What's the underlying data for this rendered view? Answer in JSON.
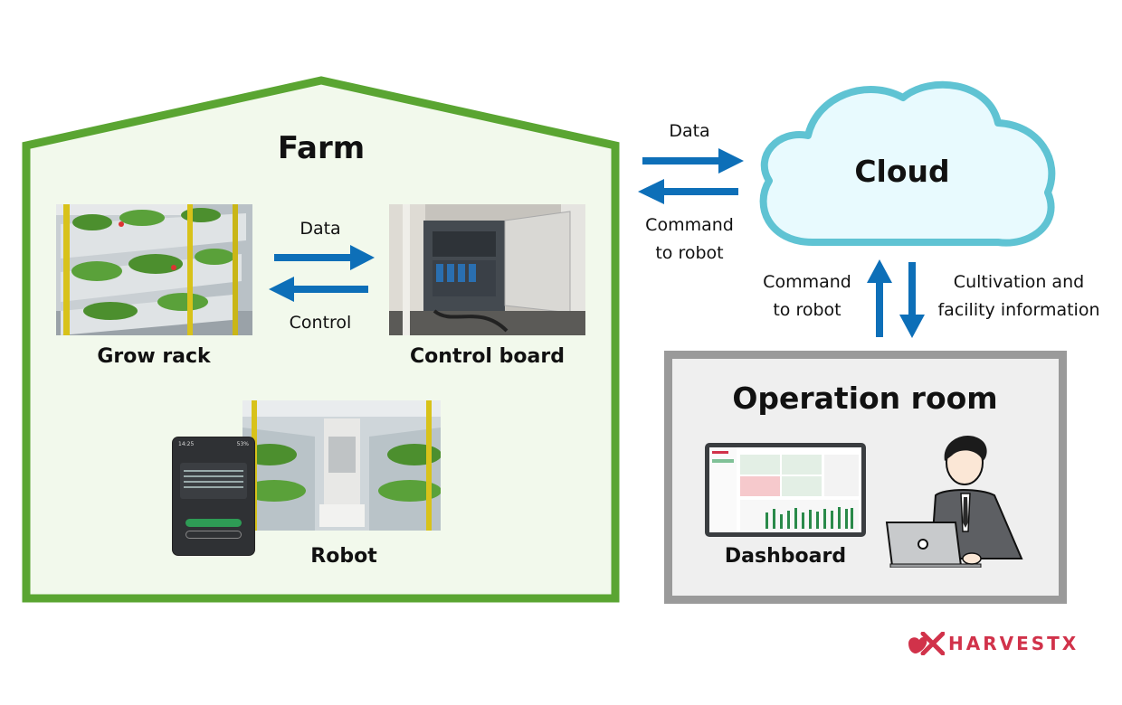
{
  "farm": {
    "title": "Farm",
    "grow_rack_label": "Grow rack",
    "control_board_label": "Control board",
    "robot_label": "Robot",
    "data_arrow_label": "Data",
    "control_arrow_label": "Control",
    "tablet_time": "14:25",
    "tablet_battery": "53%"
  },
  "links": {
    "farm_cloud_data": "Data",
    "farm_cloud_command_line1": "Command",
    "farm_cloud_command_line2": "to robot",
    "room_up_line1": "Command",
    "room_up_line2": "to robot",
    "room_down_line1": "Cultivation and",
    "room_down_line2": "facility information"
  },
  "cloud": {
    "title": "Cloud"
  },
  "operation_room": {
    "title": "Operation room",
    "dashboard_label": "Dashboard"
  },
  "brand": {
    "name": "HARVESTX",
    "color": "#d1324a"
  },
  "colors": {
    "farm_border": "#5aa532",
    "farm_fill": "#f2f9ec",
    "arrow_blue": "#0d6fb8",
    "cloud_fill": "#e8fafe",
    "cloud_border": "#5fc3d3",
    "room_border": "#9a9a9a",
    "room_fill": "#efefef"
  }
}
